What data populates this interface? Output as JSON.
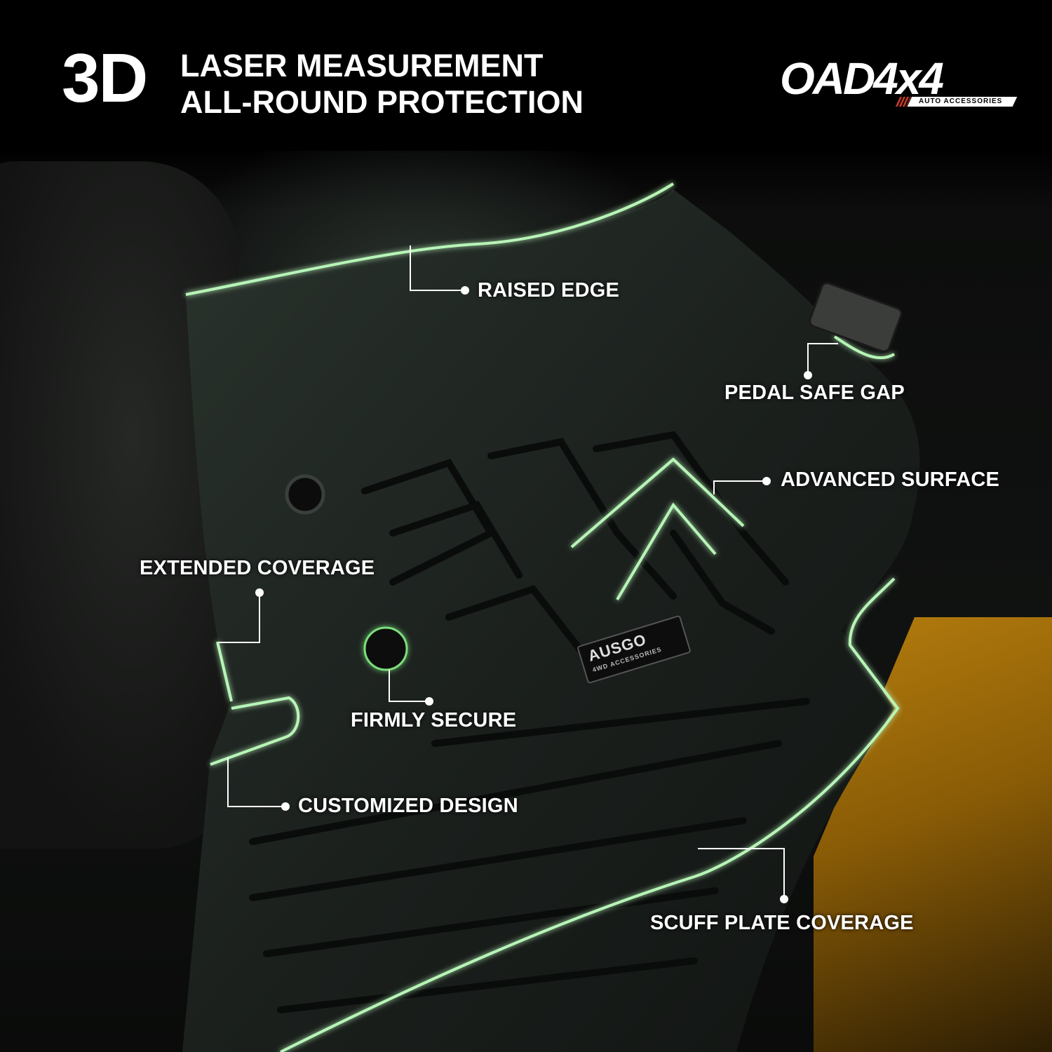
{
  "header": {
    "big_label": "3D",
    "line1": "LASER MEASUREMENT",
    "line2": "ALL-ROUND PROTECTION"
  },
  "logo": {
    "name": "OAD4x4",
    "tagline": "AUTO ACCESSORIES"
  },
  "mat_badge": {
    "name": "AUSGO",
    "sub": "4WD ACCESSORIES"
  },
  "callouts": {
    "raised_edge": "RAISED EDGE",
    "pedal_safe_gap": "PEDAL SAFE GAP",
    "advanced_surface": "ADVANCED SURFACE",
    "extended_coverage": "EXTENDED COVERAGE",
    "firmly_secure": "FIRMLY SECURE",
    "customized_design": "CUSTOMIZED DESIGN",
    "scuff_plate_coverage": "SCUFF PLATE COVERAGE"
  },
  "colors": {
    "highlight": "#7be07b",
    "background": "#000000",
    "text": "#ffffff",
    "door_sill": "#b57d0e"
  }
}
